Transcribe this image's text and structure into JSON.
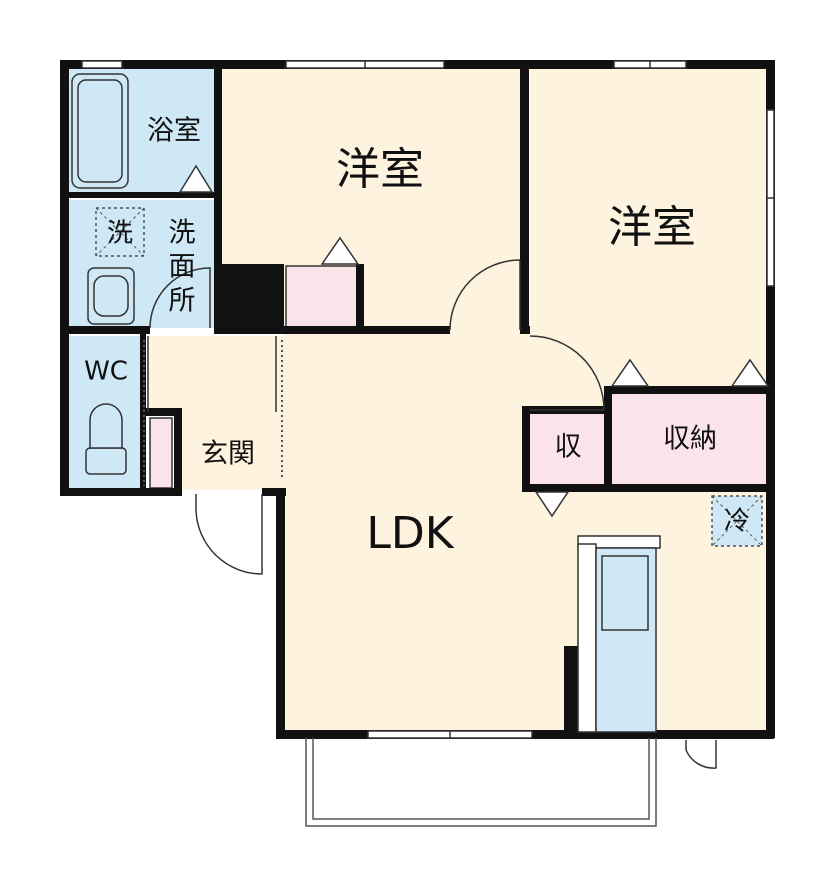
{
  "floor_plan": {
    "rooms": {
      "bathroom": {
        "label": "浴室"
      },
      "washer_space": {
        "label": "洗"
      },
      "washroom": {
        "label_lines": [
          "洗",
          "面",
          "所"
        ]
      },
      "toilet": {
        "label": "WC"
      },
      "entrance": {
        "label": "玄関"
      },
      "western_room_1": {
        "label": "洋室"
      },
      "western_room_2": {
        "label": "洋室"
      },
      "storage_small": {
        "label": "収"
      },
      "closet": {
        "label": "収納"
      },
      "ldk": {
        "label": "LDK"
      },
      "fridge_space": {
        "label": "冷"
      }
    },
    "colors": {
      "wall": "#111111",
      "floor_wood": "#fdf3df",
      "wet_area": "#cfe8f6",
      "storage": "#fbe3ea",
      "fixture": "#cfe8f6",
      "line": "#333333"
    }
  }
}
